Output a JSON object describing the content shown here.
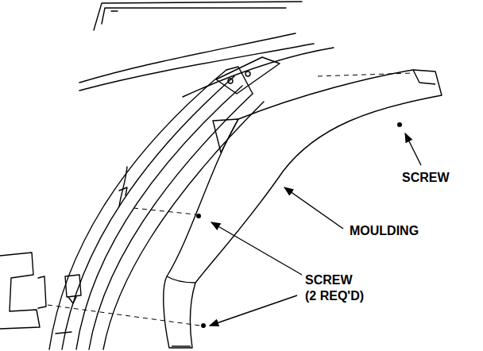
{
  "diagram": {
    "labels": [
      "SCREW",
      "MOULDING",
      "SCREW (2 REQ'D)"
    ]
  }
}
